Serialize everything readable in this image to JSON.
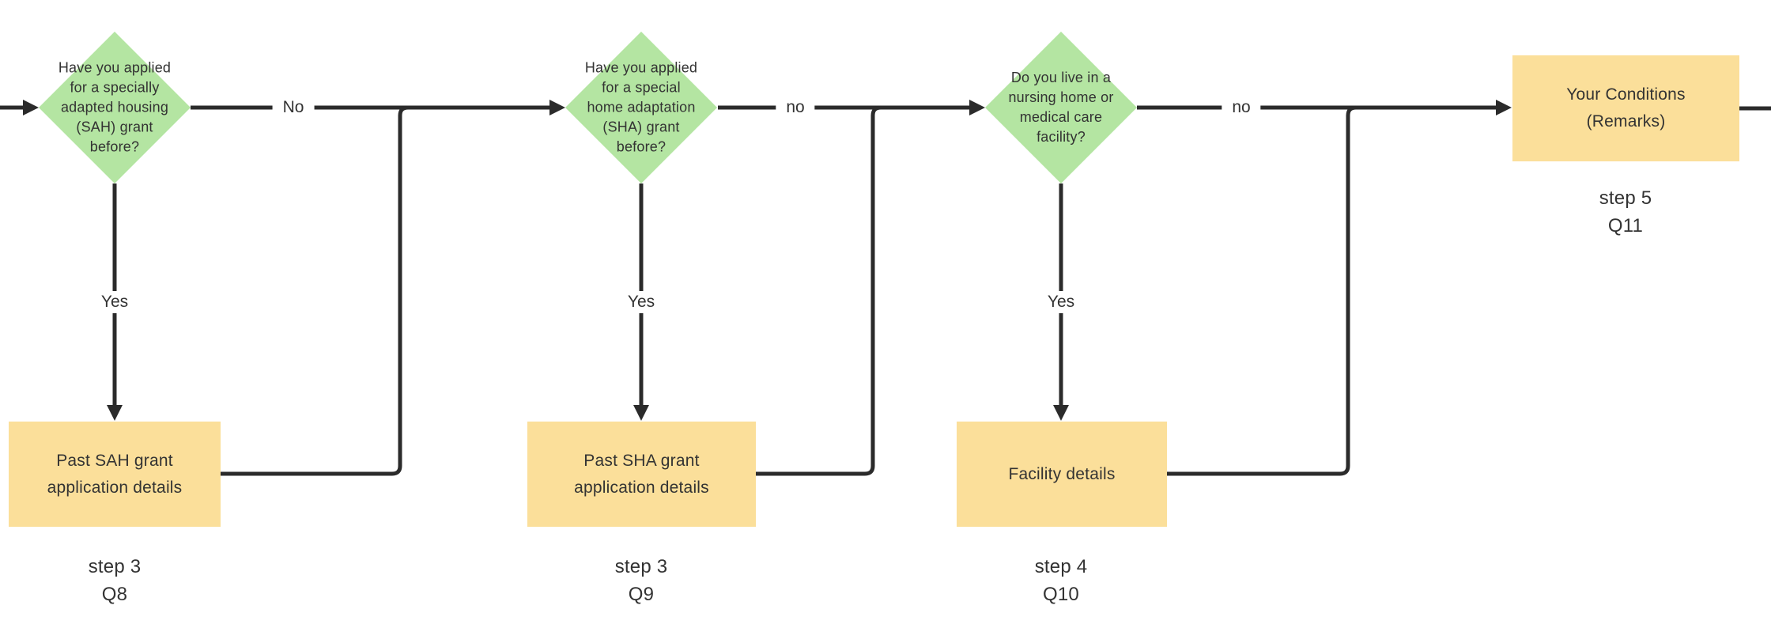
{
  "colors": {
    "background": "#ffffff",
    "diamond_fill": "#b4e5a2",
    "box_fill": "#fbdf9a",
    "edge": "#2b2b2b",
    "text": "#333333"
  },
  "diagram": {
    "decisions": [
      {
        "question": "Have you applied\nfor a specially\nadapted housing\n(SAH) grant\nbefore?",
        "no_label": "No",
        "yes_label": "Yes"
      },
      {
        "question": "Have you applied\nfor a special\nhome adaptation\n(SHA) grant\nbefore?",
        "no_label": "no",
        "yes_label": "Yes"
      },
      {
        "question": "Do you live in a\nnursing home or\nmedical care\nfacility?",
        "no_label": "no",
        "yes_label": "Yes"
      }
    ],
    "processes": [
      {
        "label": "Past SAH grant\napplication details",
        "step": "step 3",
        "question_id": "Q8"
      },
      {
        "label": "Past SHA grant\napplication details",
        "step": "step 3",
        "question_id": "Q9"
      },
      {
        "label": "Facility details",
        "step": "step 4",
        "question_id": "Q10"
      },
      {
        "label": "Your Conditions\n(Remarks)",
        "step": "step 5",
        "question_id": "Q11"
      }
    ]
  }
}
